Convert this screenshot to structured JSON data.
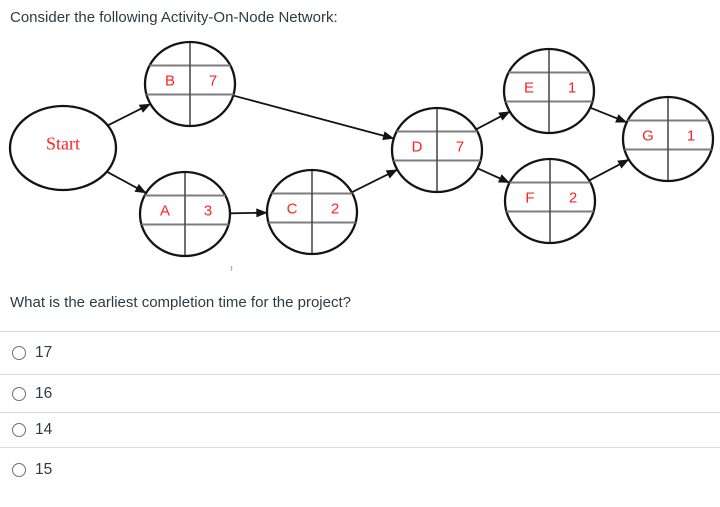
{
  "question": {
    "prompt": "Consider the following Activity-On-Node Network:",
    "text": "What is the earliest completion time for the project?"
  },
  "diagram": {
    "type": "activity-on-node-network",
    "start_node_label": "Start",
    "nodes": [
      {
        "id": "B",
        "duration": "7"
      },
      {
        "id": "A",
        "duration": "3"
      },
      {
        "id": "C",
        "duration": "2"
      },
      {
        "id": "D",
        "duration": "7"
      },
      {
        "id": "E",
        "duration": "1"
      },
      {
        "id": "F",
        "duration": "2"
      },
      {
        "id": "G",
        "duration": "1"
      }
    ],
    "edges": [
      {
        "from": "Start",
        "to": "B"
      },
      {
        "from": "Start",
        "to": "A"
      },
      {
        "from": "B",
        "to": "D"
      },
      {
        "from": "A",
        "to": "C"
      },
      {
        "from": "C",
        "to": "D"
      },
      {
        "from": "D",
        "to": "E"
      },
      {
        "from": "D",
        "to": "F"
      },
      {
        "from": "E",
        "to": "G"
      },
      {
        "from": "F",
        "to": "G"
      }
    ],
    "colors": {
      "node_label": "#ff2222",
      "node_outline": "#141414",
      "node_grid": "#7d7d7d",
      "node_divider": "#4d4d4d",
      "arrow": "#141414"
    }
  },
  "options": [
    {
      "label": "17"
    },
    {
      "label": "16"
    },
    {
      "label": "14"
    },
    {
      "label": "15"
    }
  ]
}
